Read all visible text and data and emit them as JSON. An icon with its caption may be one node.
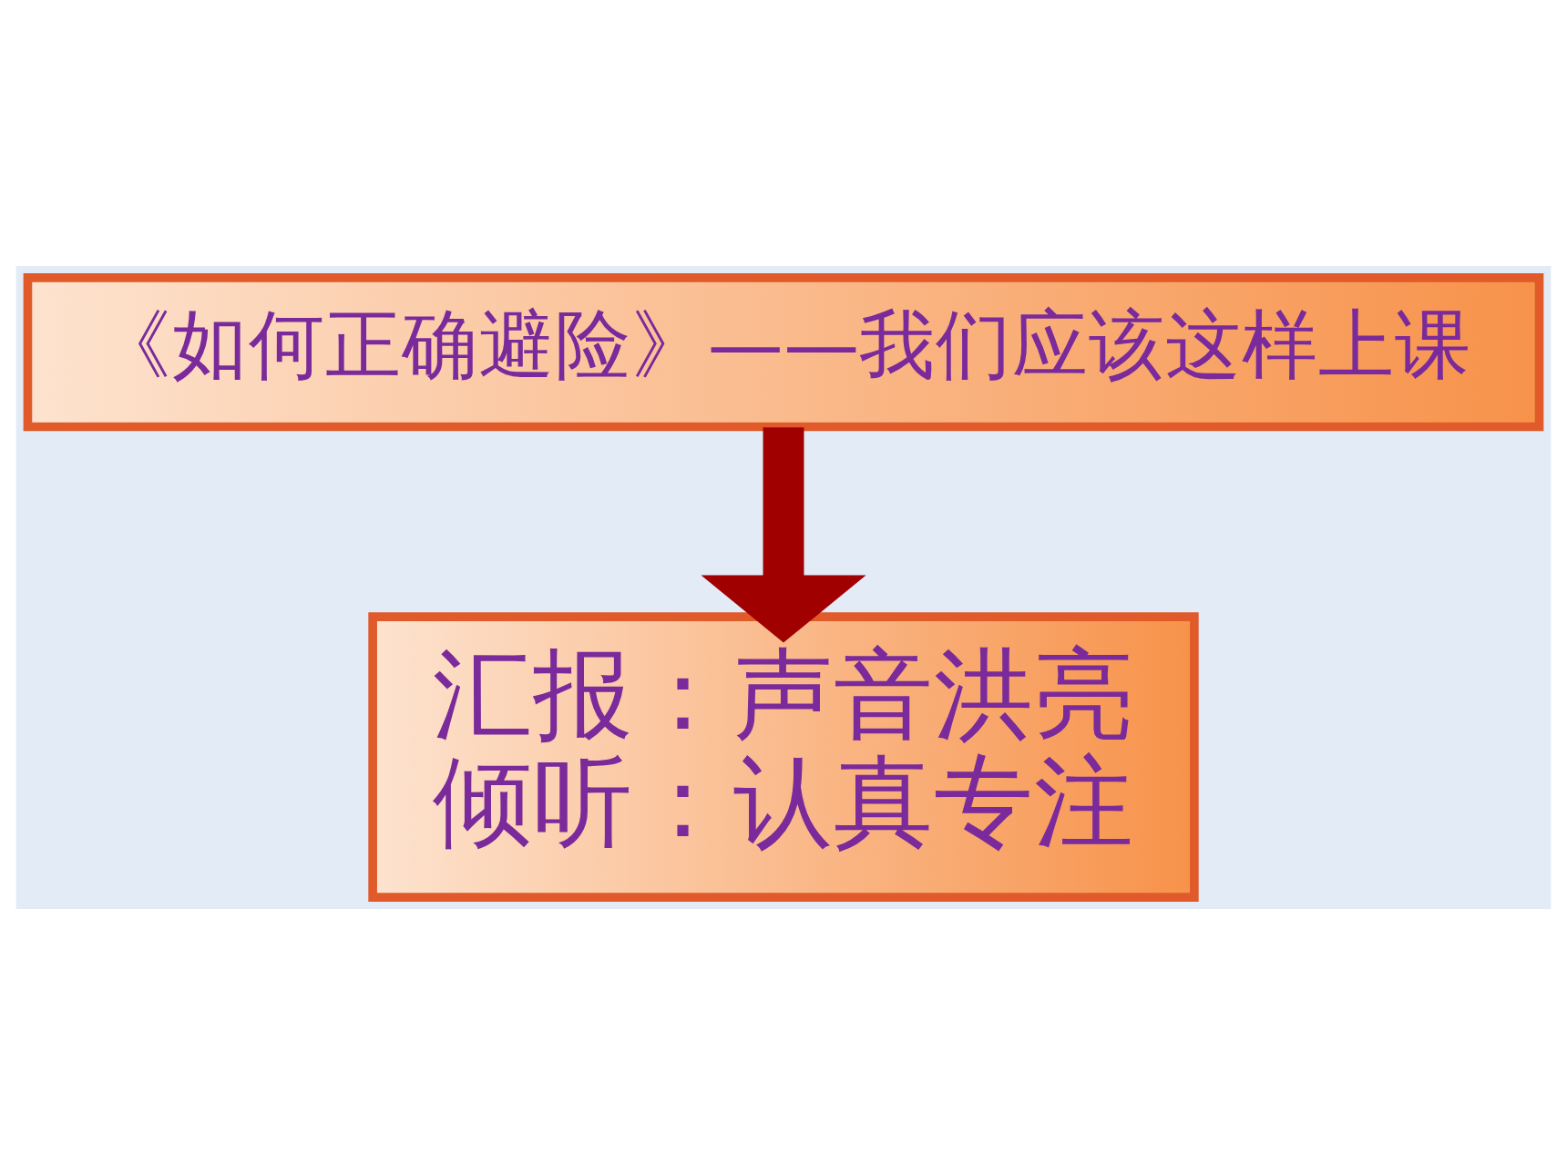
{
  "diagram": {
    "nodes": [
      {
        "text": [
          "《如何正确避险》——我们应该这样上课"
        ]
      },
      {
        "text": [
          "汇报：声音洪亮",
          "倾听：认真专注"
        ]
      }
    ],
    "edges": [
      {
        "from": 0,
        "to": 1,
        "arrow": "to",
        "color": "#a00000"
      }
    ]
  }
}
